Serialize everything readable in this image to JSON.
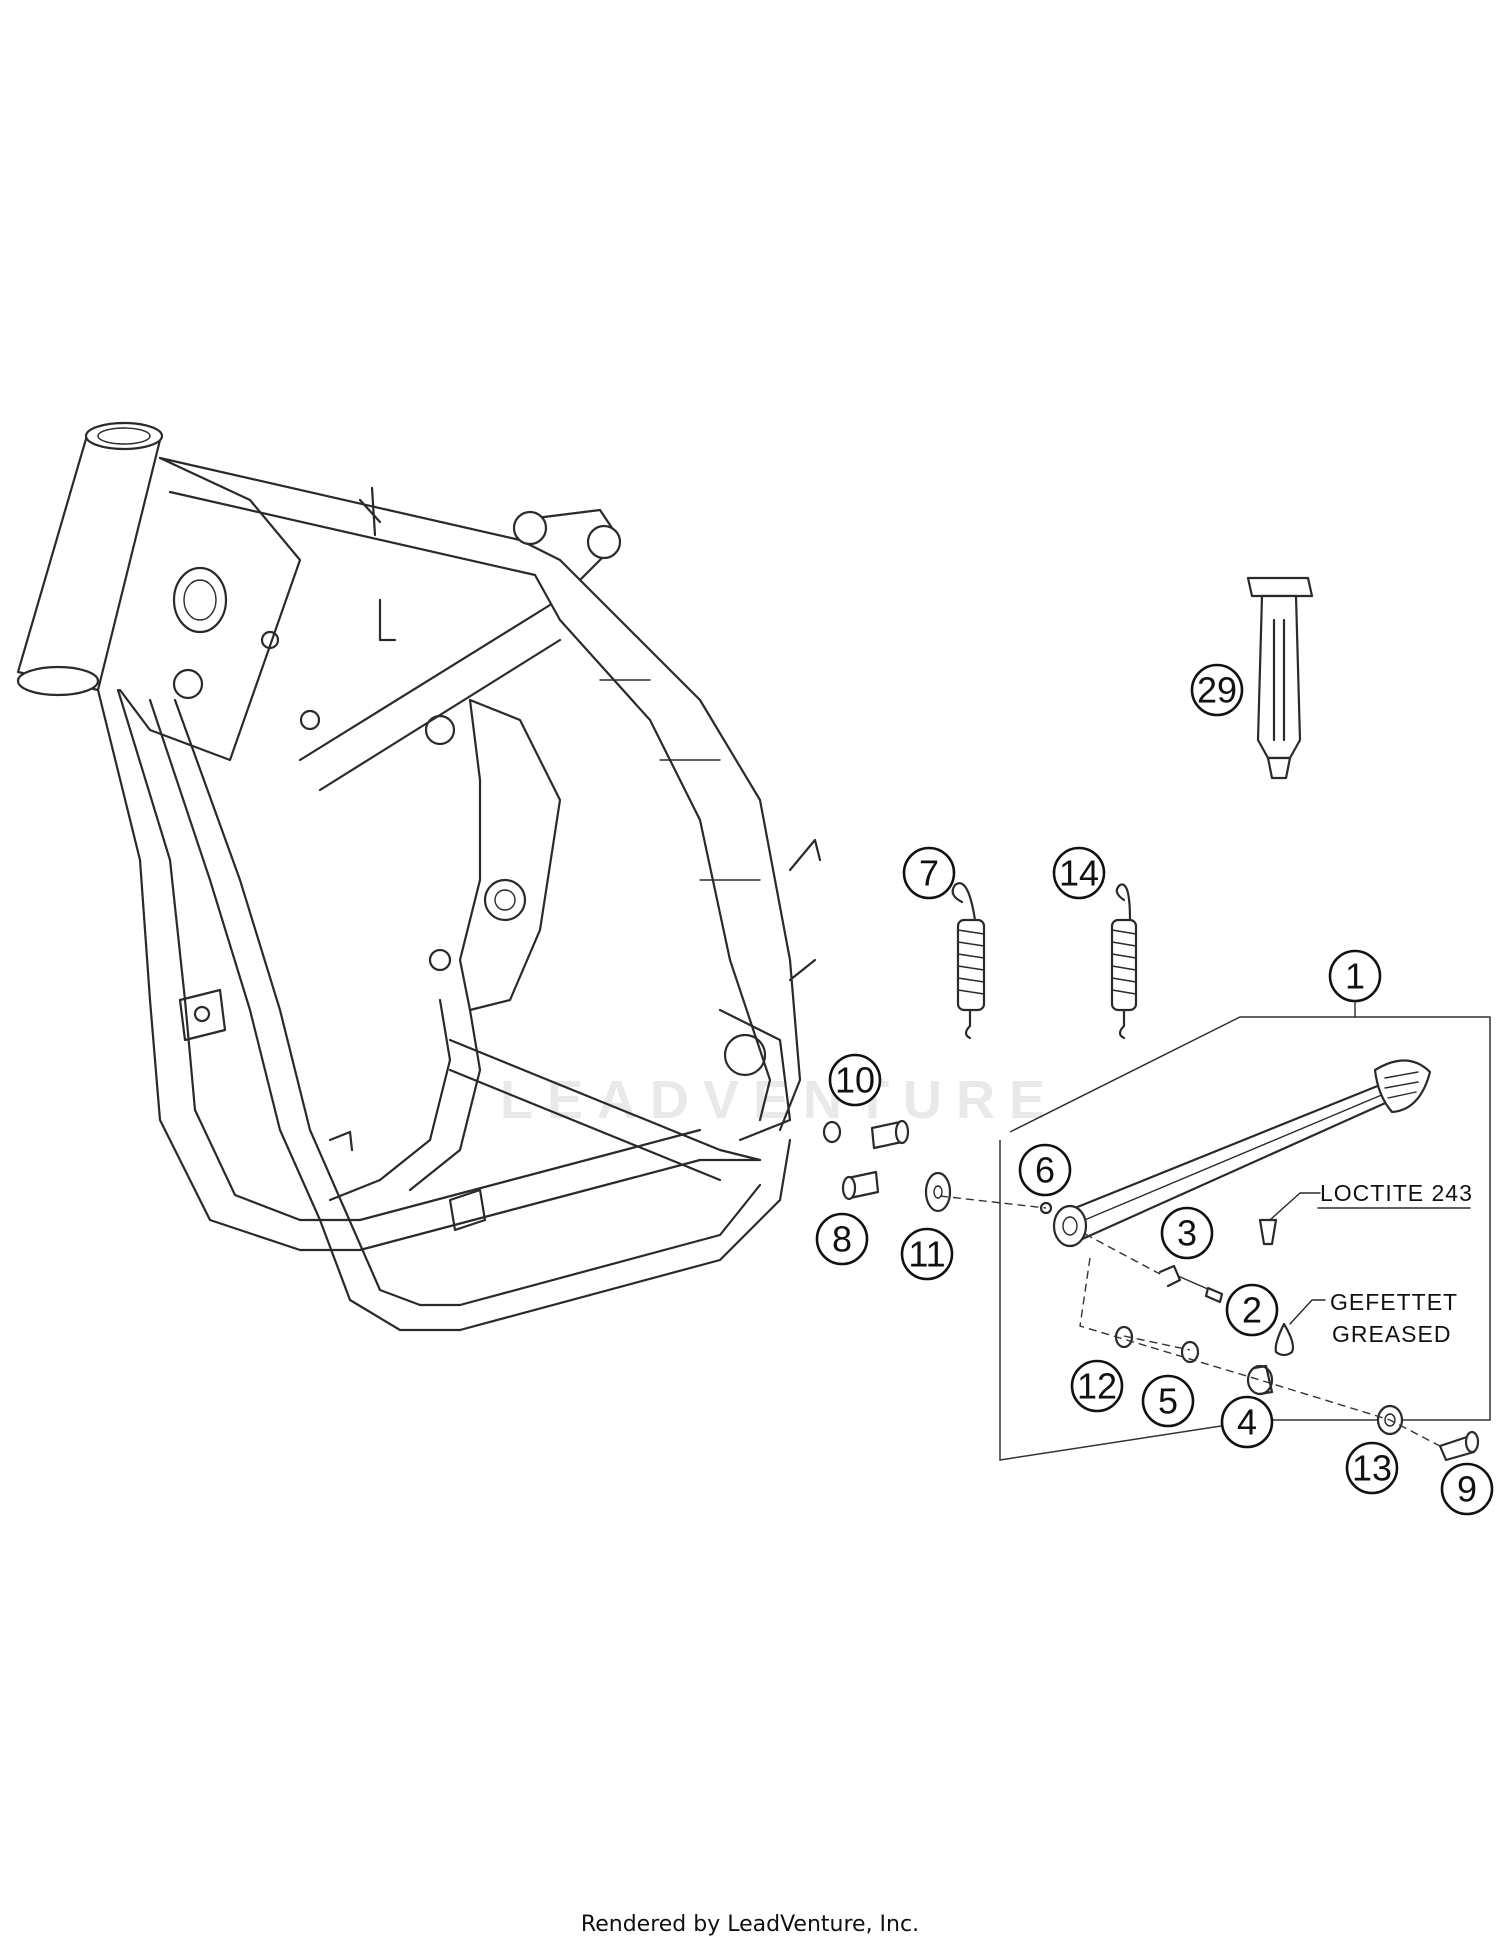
{
  "callouts": [
    {
      "id": "c1",
      "label": "1"
    },
    {
      "id": "c2",
      "label": "2"
    },
    {
      "id": "c3",
      "label": "3"
    },
    {
      "id": "c4",
      "label": "4"
    },
    {
      "id": "c5",
      "label": "5"
    },
    {
      "id": "c6",
      "label": "6"
    },
    {
      "id": "c7",
      "label": "7"
    },
    {
      "id": "c8",
      "label": "8"
    },
    {
      "id": "c9",
      "label": "9"
    },
    {
      "id": "c10",
      "label": "10"
    },
    {
      "id": "c11",
      "label": "11"
    },
    {
      "id": "c12",
      "label": "12"
    },
    {
      "id": "c13",
      "label": "13"
    },
    {
      "id": "c14",
      "label": "14"
    },
    {
      "id": "c29",
      "label": "29"
    }
  ],
  "notes": {
    "loctite": "LOCTITE 243",
    "greased_de": "GEFETTET",
    "greased_en": "GREASED"
  },
  "watermark": "LEADVENTURE",
  "footer": "Rendered by LeadVenture, Inc."
}
